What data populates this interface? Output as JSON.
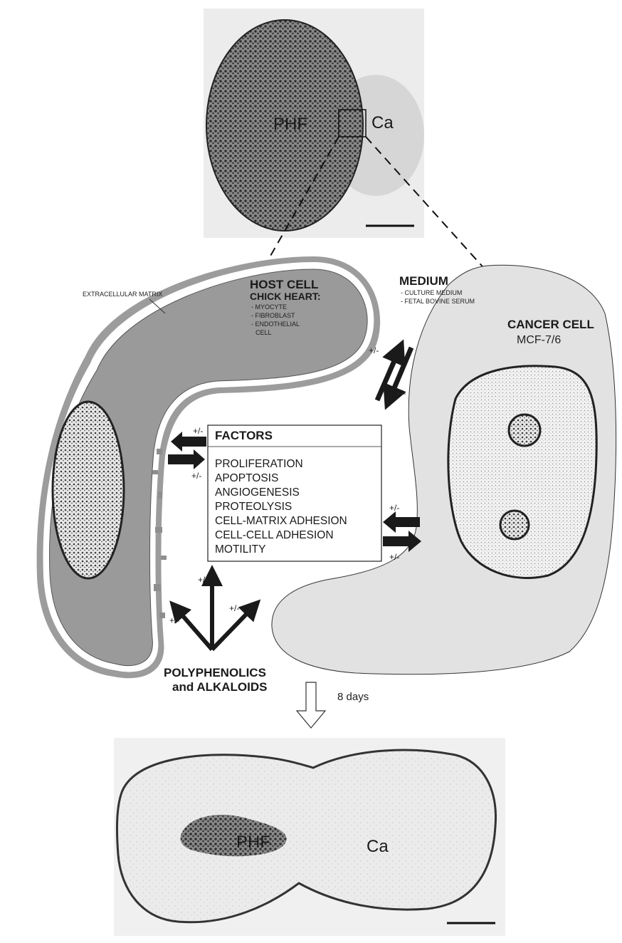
{
  "top_micrograph": {
    "label_phf": "PHF",
    "label_ca": "Ca"
  },
  "bottom_micrograph": {
    "label_phf": "PHF",
    "label_ca": "Ca"
  },
  "extracellular_matrix_label": "EXTRACELLULAR MATRIX",
  "host_cell": {
    "title": "HOST CELL",
    "subtitle": "CHICK HEART:",
    "items": [
      "- MYOCYTE",
      "- FIBROBLAST",
      "- ENDOTHELIAL",
      "CELL"
    ]
  },
  "medium": {
    "title": "MEDIUM",
    "items": [
      "- CULTURE MEDIUM",
      "- FETAL BOVINE SERUM"
    ]
  },
  "cancer_cell": {
    "title": "CANCER CELL",
    "subtitle": "MCF-7/6"
  },
  "factors_box": {
    "header": "FACTORS",
    "items": [
      "PROLIFERATION",
      "APOPTOSIS",
      "ANGIOGENESIS",
      "PROTEOLYSIS",
      "CELL-MATRIX ADHESION",
      "CELL-CELL ADHESION",
      "MOTILITY"
    ]
  },
  "plus_minus": "+/-",
  "treatment": {
    "line1": "POLYPHENOLICS",
    "line2": "and ALKALOIDS"
  },
  "time_label": "8 days",
  "colors": {
    "cell_fill": "#e3e3e3",
    "host_fill": "#9a9a9a",
    "matrix_band": "#9c9c9c",
    "arrow": "#1a1a1a"
  }
}
